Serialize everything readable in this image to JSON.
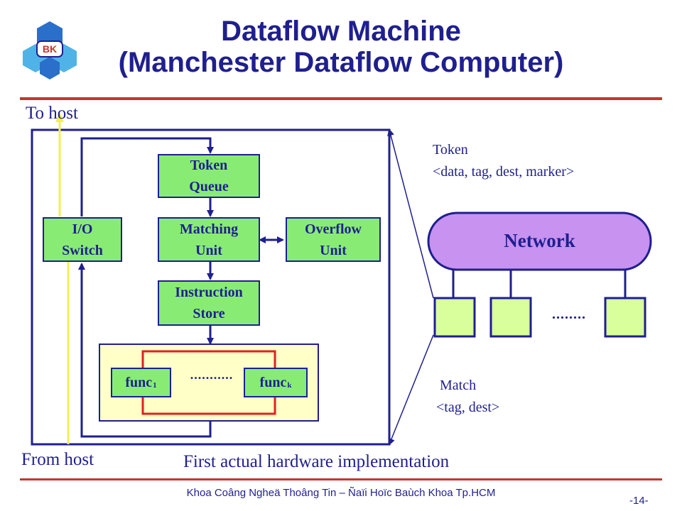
{
  "header": {
    "title_line1": "Dataflow Machine",
    "title_line2": "(Manchester Dataflow Computer)",
    "logo_text": "BK"
  },
  "diagram": {
    "to_host": "To host",
    "from_host": "From host",
    "caption": "First actual hardware implementation",
    "boxes": {
      "token_queue": [
        "Token",
        "Queue"
      ],
      "matching_unit": [
        "Matching",
        "Unit"
      ],
      "overflow_unit": [
        "Overflow",
        "Unit"
      ],
      "io_switch": [
        "I/O",
        "Switch"
      ],
      "instruction_store": [
        "Instruction",
        "Store"
      ],
      "func1": {
        "base": "func",
        "sub": "1"
      },
      "funck": {
        "base": "func",
        "sub": "k"
      },
      "func_dots": "..........."
    },
    "network": {
      "label": "Network",
      "token_label": "Token",
      "token_format": "<data, tag, dest, marker>",
      "match_label": "Match",
      "match_format": "<tag, dest>",
      "node_dots": "........"
    }
  },
  "footer": {
    "text": "Khoa Coâng Ngheä Thoâng Tin – Ñaïi Hoïc Baùch Khoa Tp.HCM",
    "page": "-14-"
  },
  "colors": {
    "navy": "#1f1f8f",
    "green_box": "#88ec74",
    "network_purple": "#c792f0",
    "pale_yellow": "#ffffc8",
    "light_green_node": "#d8ff9c",
    "red_rule": "#c0392b",
    "yellow_line": "#f0f050"
  }
}
